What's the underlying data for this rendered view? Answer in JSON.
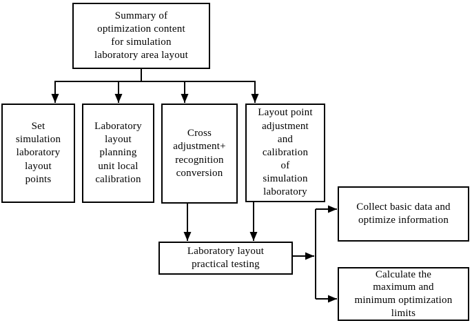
{
  "diagram": {
    "type": "flowchart",
    "colors": {
      "line": "#000000",
      "box_border": "#000000",
      "box_fill": "#ffffff",
      "text": "#000000",
      "background": "#ffffff"
    },
    "boxes": {
      "summary": {
        "label": "Summary of\noptimization content\nfor simulation\nlaboratory area layout"
      },
      "set": {
        "label": "Set\nsimulation\nlaboratory\nlayout\npoints"
      },
      "planning": {
        "label": "Laboratory\nlayout\nplanning\nunit local\ncalibration"
      },
      "cross": {
        "label": "Cross\nadjustment+\nrecognition\nconversion"
      },
      "adjust": {
        "label": "Layout point\nadjustment\nand\ncalibration\nof\nsimulation\nlaboratory"
      },
      "testing": {
        "label": "Laboratory layout\npractical testing"
      },
      "collect": {
        "label": "Collect basic data and\noptimize information"
      },
      "calculate": {
        "label": "Calculate the\nmaximum and\nminimum optimization\nlimits"
      }
    },
    "edges": [
      {
        "from": "summary",
        "to": "set"
      },
      {
        "from": "summary",
        "to": "planning"
      },
      {
        "from": "summary",
        "to": "cross"
      },
      {
        "from": "summary",
        "to": "adjust"
      },
      {
        "from": "cross",
        "to": "testing"
      },
      {
        "from": "adjust",
        "to": "testing"
      },
      {
        "from": "testing",
        "to": "collect"
      },
      {
        "from": "testing",
        "to": "calculate"
      }
    ]
  }
}
